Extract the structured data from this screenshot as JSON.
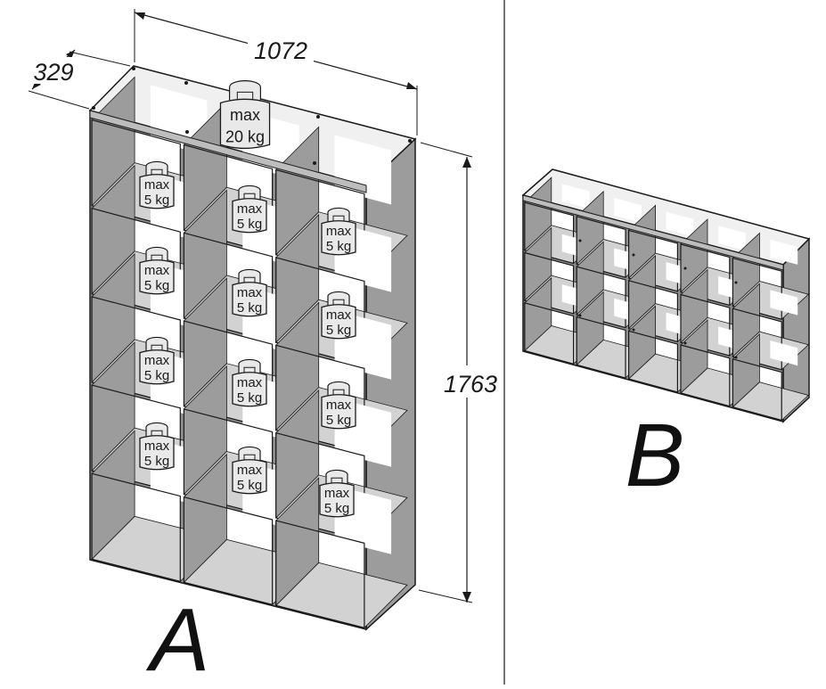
{
  "dimensions": {
    "width": "1072",
    "depth": "329",
    "height": "1763"
  },
  "labels": {
    "variant_a": "A",
    "variant_b": "B"
  },
  "weights": {
    "top_line1": "max",
    "top_line2": "20 kg",
    "shelf_line1": "max",
    "shelf_line2": "5 kg"
  },
  "colors": {
    "line": "#1a1a1a",
    "panel_light": "#f0f0f0",
    "panel_mid": "#d2d2d2",
    "panel_dark": "#9c9c9c",
    "weight_fill": "#e9e9e9"
  }
}
